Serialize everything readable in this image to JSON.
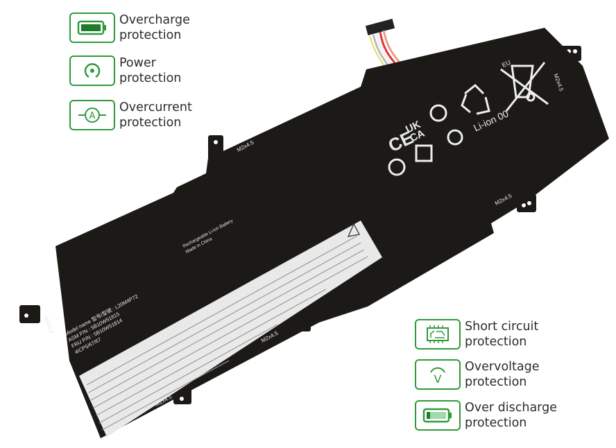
{
  "features_left": [
    {
      "line1": "Overcharge",
      "line2": "protection",
      "icon": "battery-full-icon"
    },
    {
      "line1": "Power",
      "line2": "protection",
      "icon": "power-icon"
    },
    {
      "line1": "Overcurrent",
      "line2": "protection",
      "icon": "ammeter-icon"
    }
  ],
  "features_right": [
    {
      "line1": "Short circuit",
      "line2": "protection",
      "icon": "circuit-board-icon"
    },
    {
      "line1": "Overvoltage",
      "line2": "protection",
      "icon": "voltage-icon"
    },
    {
      "line1": "Over discharge",
      "line2": "protection",
      "icon": "battery-low-icon"
    }
  ],
  "battery": {
    "screw_label": "M2x4.5",
    "model_name_label": "Model name 型号/型號",
    "model_name": ": L20M4P72",
    "asm_label": "ASM P/N",
    "asm": ": 5B10W51815",
    "fru_label": "FRU P/N",
    "fru": ": 5B10W51814",
    "cell": "4ICP5/67/67",
    "battery_type": "Rechargeable Li-ion Battery",
    "origin": "Made in China",
    "chem": "Li-ion 00",
    "eu": "EU",
    "ukca_1": "UK",
    "ukca_2": "CA",
    "ce": "CE"
  },
  "colors": {
    "accent": "#2f9a3a",
    "battery": "#1c1a17"
  }
}
